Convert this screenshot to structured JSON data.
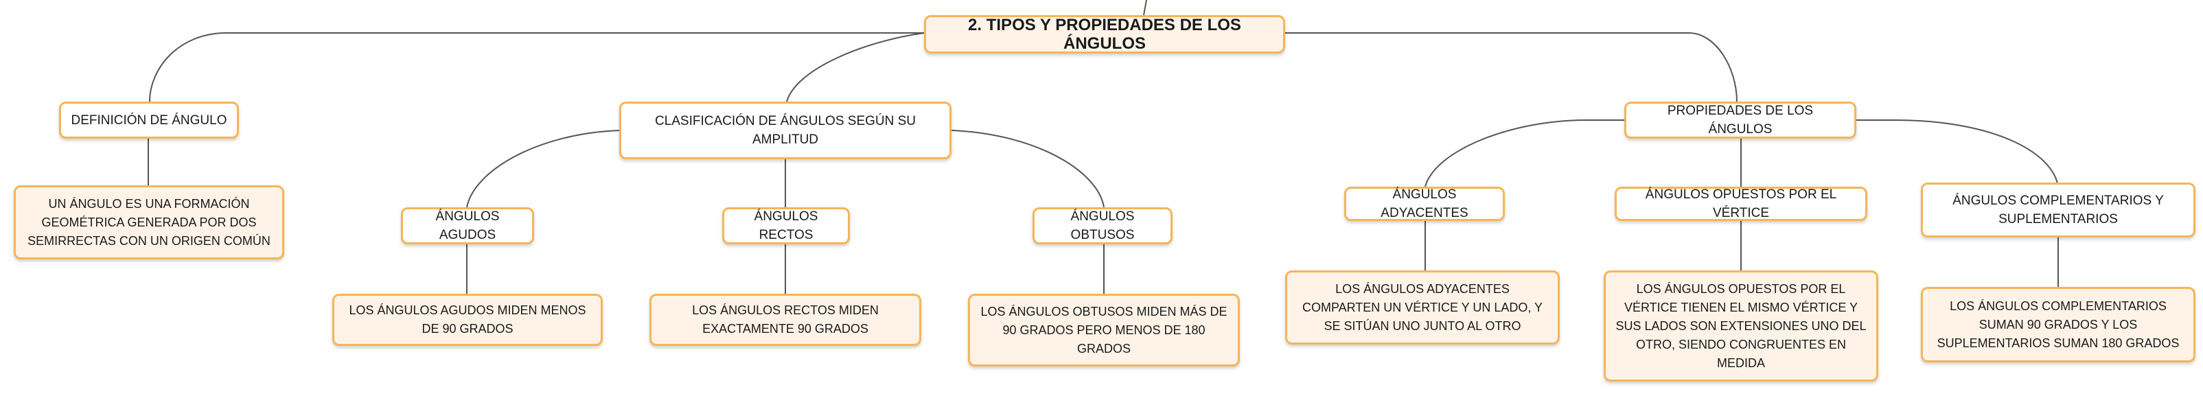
{
  "colors": {
    "border": "#f6b557",
    "leaf_fill": "#fff3e8",
    "link": "#555555"
  },
  "root": {
    "label": "2. TIPOS Y PROPIEDADES DE LOS ÁNGULOS"
  },
  "definicion": {
    "label": "DEFINICIÓN DE ÁNGULO",
    "text": "UN ÁNGULO ES UNA FORMACIÓN GEOMÉTRICA GENERADA POR DOS SEMIRRECTAS CON UN ORIGEN COMÚN"
  },
  "clasificacion": {
    "label": "CLASIFICACIÓN DE ÁNGULOS SEGÚN SU AMPLITUD",
    "agudos": {
      "label": "ÁNGULOS AGUDOS",
      "text": "LOS ÁNGULOS AGUDOS MIDEN MENOS DE 90 GRADOS"
    },
    "rectos": {
      "label": "ÁNGULOS RECTOS",
      "text": "LOS ÁNGULOS RECTOS MIDEN EXACTAMENTE 90 GRADOS"
    },
    "obtusos": {
      "label": "ÁNGULOS OBTUSOS",
      "text": "LOS ÁNGULOS OBTUSOS MIDEN MÁS DE 90 GRADOS PERO MENOS DE 180 GRADOS"
    }
  },
  "propiedades": {
    "label": "PROPIEDADES DE LOS ÁNGULOS",
    "adyacentes": {
      "label": "ÁNGULOS ADYACENTES",
      "text": "LOS ÁNGULOS ADYACENTES COMPARTEN UN VÉRTICE Y UN LADO, Y SE SITÚAN UNO JUNTO AL OTRO"
    },
    "opuestos": {
      "label": "ÁNGULOS OPUESTOS POR EL VÉRTICE",
      "text": "LOS ÁNGULOS OPUESTOS POR EL VÉRTICE TIENEN EL MISMO VÉRTICE Y SUS LADOS SON EXTENSIONES UNO DEL OTRO, SIENDO CONGRUENTES EN MEDIDA"
    },
    "complementarios": {
      "label": "ÁNGULOS COMPLEMENTARIOS Y SUPLEMENTARIOS",
      "text": "LOS ÁNGULOS COMPLEMENTARIOS SUMAN 90 GRADOS Y LOS SUPLEMENTARIOS SUMAN 180 GRADOS"
    }
  }
}
